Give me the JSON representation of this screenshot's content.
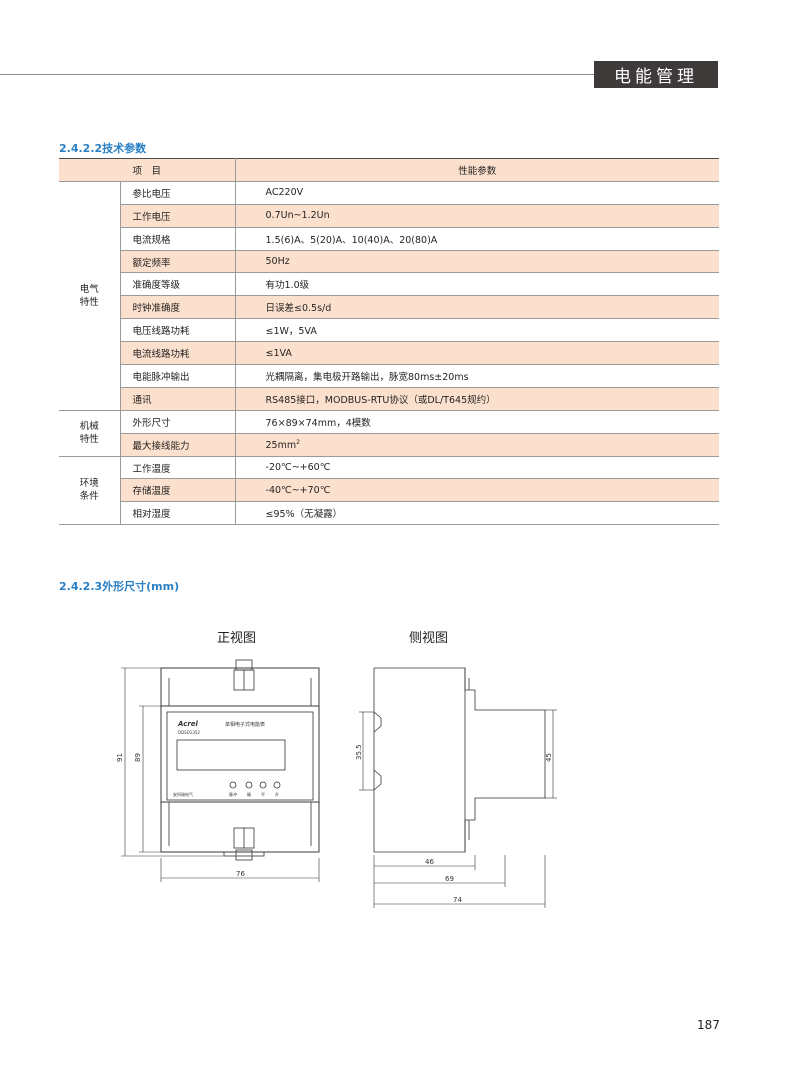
{
  "header": {
    "title": "电能管理"
  },
  "section_242_2": {
    "title": "2.4.2.2技术参数"
  },
  "table": {
    "col_item": "项　目",
    "col_param": "性能参数",
    "groups": [
      {
        "name": "电气\n特性"
      },
      {
        "name": "机械\n特性"
      },
      {
        "name": "环境\n条件"
      }
    ],
    "rows": [
      {
        "name": "参比电压",
        "value": "AC220V"
      },
      {
        "name": "工作电压",
        "value": "0.7Un~1.2Un"
      },
      {
        "name": "电流规格",
        "value": "1.5(6)A、5(20)A、10(40)A、20(80)A"
      },
      {
        "name": "额定频率",
        "value": "50Hz"
      },
      {
        "name": "准确度等级",
        "value": "有功1.0级"
      },
      {
        "name": "时钟准确度",
        "value": "日误差≤0.5s/d"
      },
      {
        "name": "电压线路功耗",
        "value": "≤1W，5VA"
      },
      {
        "name": "电流线路功耗",
        "value": "≤1VA"
      },
      {
        "name": "电能脉冲输出",
        "value": "光耦隔离，集电极开路输出，脉宽80ms±20ms"
      },
      {
        "name": "通讯",
        "value": "RS485接口，MODBUS-RTU协议（或DL/T645规约）"
      },
      {
        "name": "外形尺寸",
        "value": "76×89×74mm，4模数"
      },
      {
        "name": "最大接线能力",
        "value": "25mm",
        "sup": "2"
      },
      {
        "name": "工作温度",
        "value": "-20℃~+60℃"
      },
      {
        "name": "存储温度",
        "value": "-40℃~+70℃"
      },
      {
        "name": "相对湿度",
        "value": "≤95%（无凝露）"
      }
    ]
  },
  "section_242_3": {
    "title": "2.4.2.3外形尺寸(mm)"
  },
  "front_view": {
    "label": "正视图",
    "brand": "Acrel",
    "product_name": "单相电子式电能表",
    "model": "DDSD1352",
    "brand_cn": "安科瑞电气",
    "buttons": [
      "脉冲",
      "确",
      "平",
      "升"
    ],
    "dims": {
      "height_outer": "91",
      "height_inner": "89",
      "width": "76"
    }
  },
  "side_view": {
    "label": "侧视图",
    "dims": {
      "rail": "35.5",
      "front": "45",
      "depth_1": "46",
      "depth_2": "69",
      "depth_3": "74"
    }
  },
  "page_number": "187"
}
